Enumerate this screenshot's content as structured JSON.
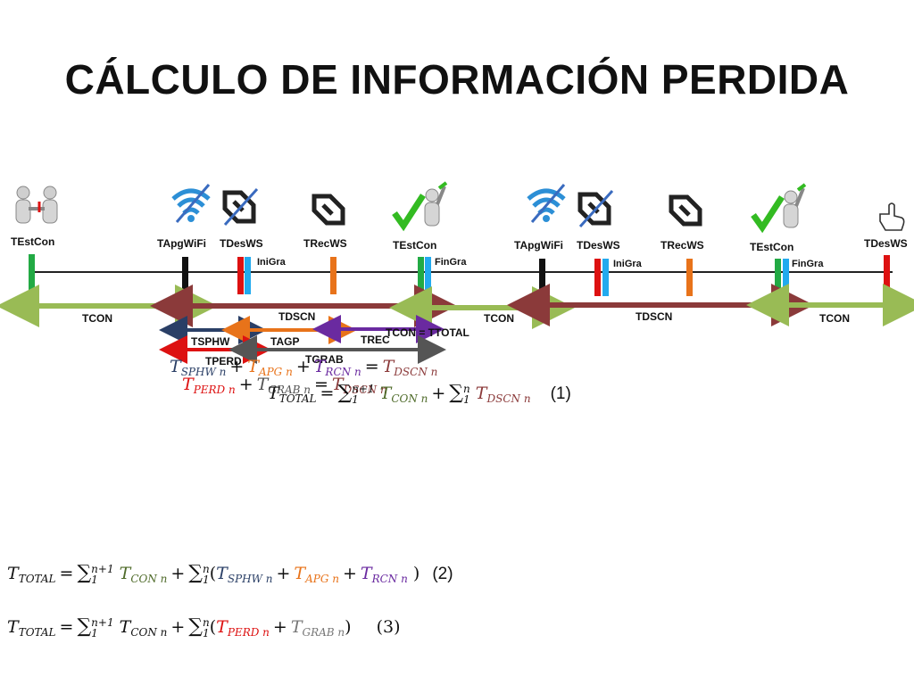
{
  "title": "CÁLCULO DE INFORMACIÓN PERDIDA",
  "colors": {
    "green": "#22aa44",
    "black": "#111111",
    "red": "#dd1111",
    "blue": "#22aaee",
    "orange": "#e8731a",
    "segment_con": "#99bb55",
    "segment_dscn": "#8b3a3a",
    "sphw": "#2a3f66",
    "agp": "#e8731a",
    "rec": "#6a2aa0",
    "perd": "#dd1111",
    "grab": "#555555"
  },
  "event_labels": {
    "testcon_1": "TEstCon",
    "tapgwifi_1": "TApgWiFi",
    "tdesws_1": "TDesWS",
    "trecws_1": "TRecWS",
    "testcon_2": "TEstCon",
    "tapgwifi_2": "TApgWiFi",
    "tdesws_2": "TDesWS",
    "trecws_2": "TRecWS",
    "testcon_3": "TEstCon",
    "tdesws_3": "TDesWS",
    "inigra_1": "IniGra",
    "fingra_1": "FinGra",
    "inigra_2": "IniGra",
    "fingra_2": "FinGra"
  },
  "segment_labels": {
    "tcon_1": "TCON",
    "tdscn_1": "TDSCN",
    "tcon_2": "TCON",
    "tdscn_2": "TDSCN",
    "tcon_3": "TCON",
    "tsphw": "TSPHW",
    "tagp": "TAGP",
    "trec": "TREC",
    "tperd": "TPERD",
    "tgrab": "TGRAB",
    "tcon_ttotal": "TCON = TTOTAL"
  },
  "icons": [
    "handshake-icon",
    "wifi-off-icon",
    "websocket-off-icon",
    "websocket-icon",
    "success-check-icon",
    "hand-pointer-icon"
  ],
  "equations": {
    "eq1_number": "(1)",
    "eq2_number": "(2)",
    "eq3_number": "(3)"
  }
}
